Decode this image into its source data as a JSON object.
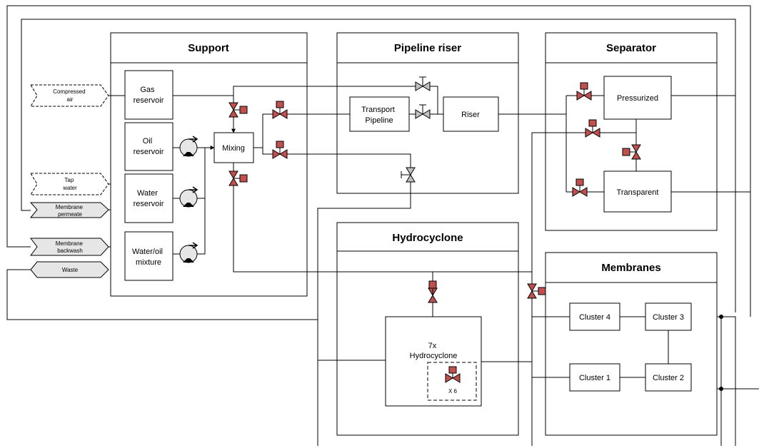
{
  "sections": {
    "support": "Support",
    "pipeline_riser": "Pipeline riser",
    "separator": "Separator",
    "hydrocyclone": "Hydrocyclone",
    "membranes": "Membranes"
  },
  "support": {
    "gas_reservoir": [
      "Gas",
      "reservoir"
    ],
    "oil_reservoir": [
      "Oil",
      "reservoir"
    ],
    "water_reservoir": [
      "Water",
      "reservoir"
    ],
    "water_oil_mixture": [
      "Water/oil",
      "mixture"
    ],
    "mixing": "Mixing"
  },
  "inputs": {
    "compressed_air": [
      "Compressed",
      "air"
    ],
    "tap_water": [
      "Tap",
      "water"
    ],
    "membrane_permeate": [
      "Membrane",
      "permeate"
    ],
    "membrane_backwash": [
      "Membrane",
      "backwash"
    ],
    "waste": "Waste"
  },
  "pipeline": {
    "transport_pipeline": [
      "Transport",
      "Pipeline"
    ],
    "riser": "Riser"
  },
  "separator": {
    "pressurized": "Pressurized",
    "transparent": "Transparent"
  },
  "hydrocyclone": {
    "unit": [
      "7x",
      "Hydrocyclone"
    ],
    "valve_count": "X 6"
  },
  "membranes": {
    "cluster1": "Cluster 1",
    "cluster2": "Cluster 2",
    "cluster3": "Cluster 3",
    "cluster4": "Cluster 4"
  },
  "colors": {
    "valve_active": "#c0504d",
    "valve_passive": "#bfbfbf",
    "pump_fill": "#e6e6e6",
    "terminal_fill": "#e6e6e6"
  }
}
